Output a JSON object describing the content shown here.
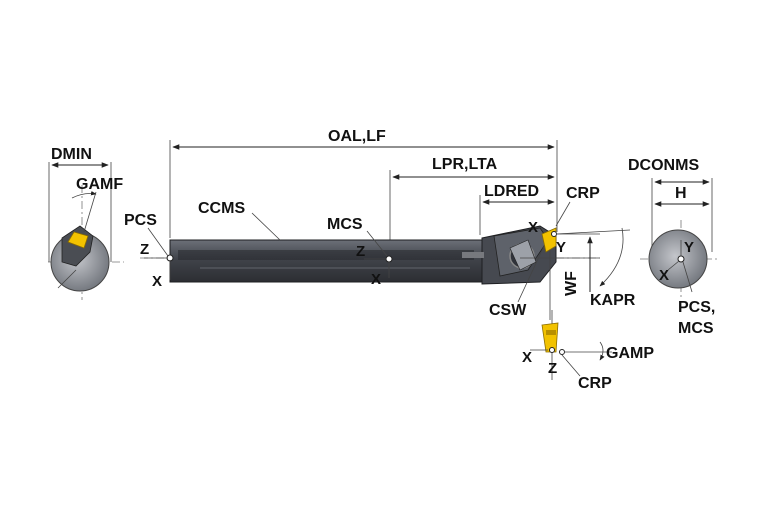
{
  "labels": {
    "dmin": "DMIN",
    "gamf": "GAMF",
    "oal_lf": "OAL,LF",
    "lpr_lta": "LPR,LTA",
    "ldred": "LDRED",
    "crp_top": "CRP",
    "dconms": "DCONMS",
    "h": "H",
    "pcs_left": "PCS",
    "ccms": "CCMS",
    "mcs": "MCS",
    "csw": "CSW",
    "kapr": "KAPR",
    "wf": "WF",
    "gamp": "GAMP",
    "crp_bottom": "CRP",
    "pcs_mcs_line1": "PCS,",
    "pcs_mcs_line2": "MCS"
  },
  "axes": {
    "x": "X",
    "y": "Y",
    "z": "Z"
  },
  "colors": {
    "body_dark": "#3b3e44",
    "body_mid": "#5a5e66",
    "body_light": "#8a8e96",
    "insert_yellow": "#f2c200",
    "insert_shadow": "#b88f00",
    "line": "#222222"
  }
}
